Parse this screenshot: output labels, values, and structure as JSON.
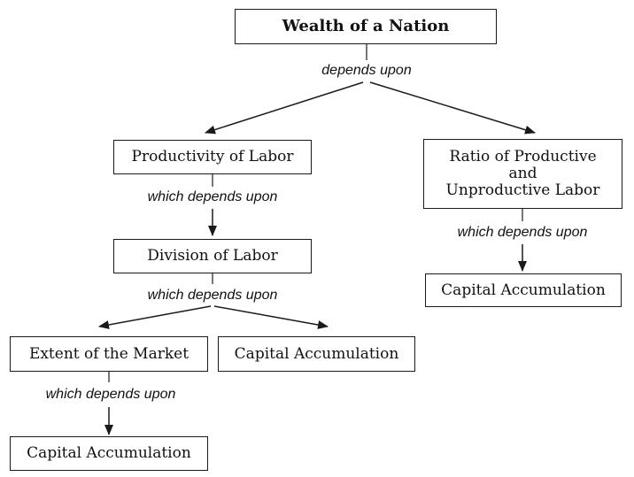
{
  "nodes": {
    "wealth": "Wealth of a Nation",
    "productivity": "Productivity of Labor",
    "ratio_line1": "Ratio of Productive",
    "ratio_line2": "and",
    "ratio_line3": "Unproductive Labor",
    "division": "Division of Labor",
    "capital_right": "Capital Accumulation",
    "extent": "Extent of the Market",
    "capital_mid": "Capital Accumulation",
    "capital_bottom": "Capital Accumulation"
  },
  "edges": {
    "depends_upon": "depends upon",
    "productivity_to_division": "which depends upon",
    "ratio_to_capital": "which depends upon",
    "division_to_children": "which depends upon",
    "extent_to_capital": "which depends upon"
  },
  "colors": {
    "line": "#1a1a1a",
    "text": "#111111",
    "background": "#ffffff"
  }
}
